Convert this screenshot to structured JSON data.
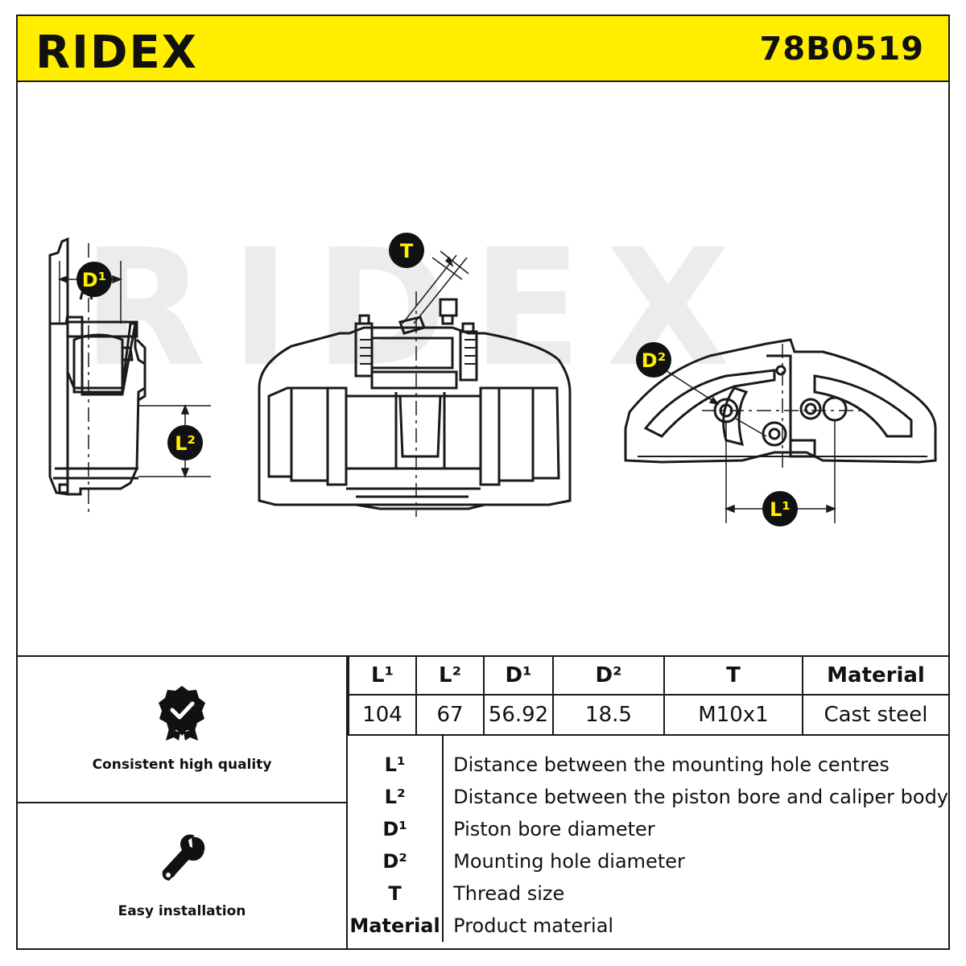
{
  "header": {
    "brand": "RIDEX",
    "part_number": "78B0519",
    "background": "#ffee00"
  },
  "watermark": {
    "text": "RIDEX",
    "color": "#e8e8e8"
  },
  "diagram": {
    "badge_color": "#ffee00",
    "badge_fill": "#111111",
    "labels": {
      "d1": "D¹",
      "l2": "L²",
      "t": "T",
      "d2": "D²",
      "l1": "L¹"
    }
  },
  "features": [
    {
      "icon": "quality-badge-icon",
      "label": "Consistent high quality"
    },
    {
      "icon": "wrench-icon",
      "label": "Easy installation"
    }
  ],
  "spec_table": {
    "headers": [
      "L¹",
      "L²",
      "D¹",
      "D²",
      "T",
      "Material"
    ],
    "values": [
      "104",
      "67",
      "56.92",
      "18.5",
      "M10x1",
      "Cast steel"
    ]
  },
  "legend": [
    {
      "key": "L¹",
      "desc": "Distance between the mounting hole centres"
    },
    {
      "key": "L²",
      "desc": "Distance between the piston bore and caliper body"
    },
    {
      "key": "D¹",
      "desc": "Piston bore diameter"
    },
    {
      "key": "D²",
      "desc": "Mounting hole diameter"
    },
    {
      "key": "T",
      "desc": "Thread size"
    },
    {
      "key": "Material",
      "desc": "Product material"
    }
  ]
}
